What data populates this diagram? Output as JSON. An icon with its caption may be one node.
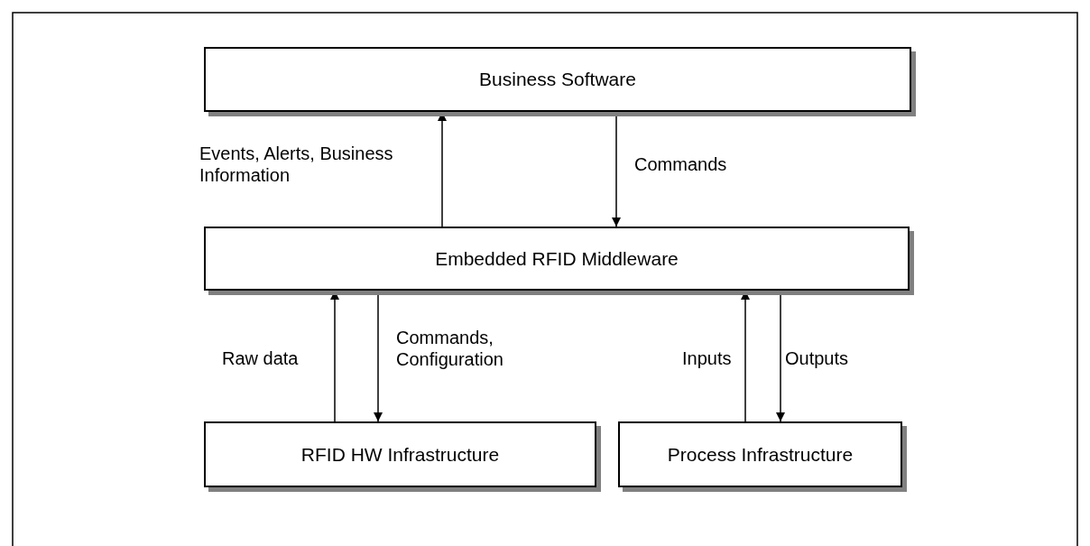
{
  "diagram": {
    "nodes": [
      {
        "text": [
          "Business Software"
        ]
      },
      {
        "text": [
          "Embedded RFID Middleware"
        ]
      },
      {
        "text": [
          "RFID HW Infrastructure"
        ]
      },
      {
        "text": [
          "Process Infrastructure"
        ]
      }
    ],
    "edges": [
      {
        "from": 1,
        "to": 0,
        "arrow": "to",
        "label": "Events, Alerts, Business Information"
      },
      {
        "from": 0,
        "to": 1,
        "arrow": "to",
        "label": "Commands"
      },
      {
        "from": 2,
        "to": 1,
        "arrow": "to",
        "label": "Raw data"
      },
      {
        "from": 1,
        "to": 2,
        "arrow": "to",
        "label": "Commands, Configuration"
      },
      {
        "from": 3,
        "to": 1,
        "arrow": "to",
        "label": "Inputs"
      },
      {
        "from": 1,
        "to": 3,
        "arrow": "to",
        "label": "Outputs"
      }
    ]
  }
}
